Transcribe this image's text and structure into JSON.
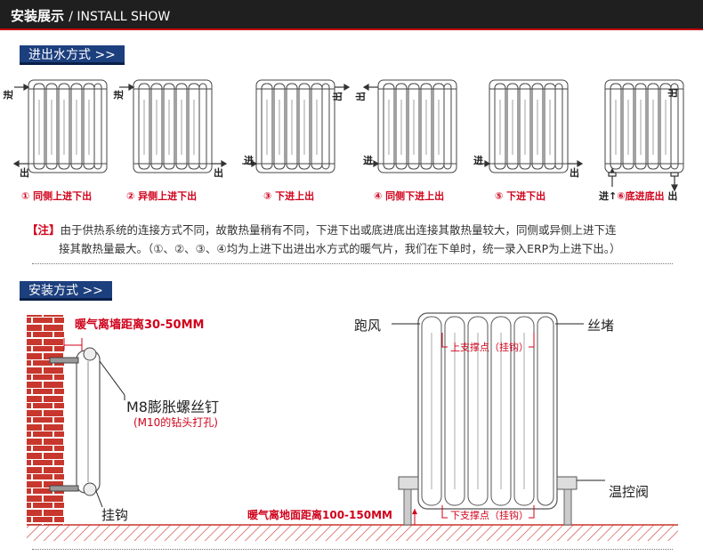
{
  "header": {
    "title": "安装展示",
    "subtitle": "/ INSTALL SHOW"
  },
  "section1": {
    "tag": "进出水方式 >>",
    "methods": [
      {
        "num": "①",
        "label": "同侧上进下出"
      },
      {
        "num": "②",
        "label": "异侧上进下出"
      },
      {
        "num": "③",
        "label": "下进上出"
      },
      {
        "num": "④",
        "label": "同侧下进上出"
      },
      {
        "num": "⑤",
        "label": "下进下出"
      },
      {
        "num": "⑥",
        "label": "底进底出"
      }
    ],
    "in_label": "进",
    "out_label": "出"
  },
  "note": {
    "prefix": "【注】",
    "line1": "由于供热系统的连接方式不同，故散热量稍有不同，下进下出或底进底出连接其散热量较大，同侧或异侧上进下连",
    "line2": "接其散热量最大。（①、②、③、④均为上进下出进出水方式的暖气片，我们在下单时，统一录入ERP为上进下出。）"
  },
  "section2": {
    "tag": "安装方式 >>",
    "wall_distance": "暖气离墙距离30-50MM",
    "screw": "M8膨胀螺丝钉",
    "screw_note": "(M10的钻头打孔)",
    "hook": "挂钩",
    "vent": "跑风",
    "plug": "丝堵",
    "valve": "温控阀",
    "upper_support": "上支撑点（挂钩）",
    "lower_support": "下支撑点（挂钩）",
    "floor_distance": "暖气离地面距离100-150MM"
  },
  "colors": {
    "accent_red": "#d0021b",
    "tag_blue": "#1c3f7e",
    "brick": "#c0392b",
    "header_bg": "#1f1f1f"
  }
}
